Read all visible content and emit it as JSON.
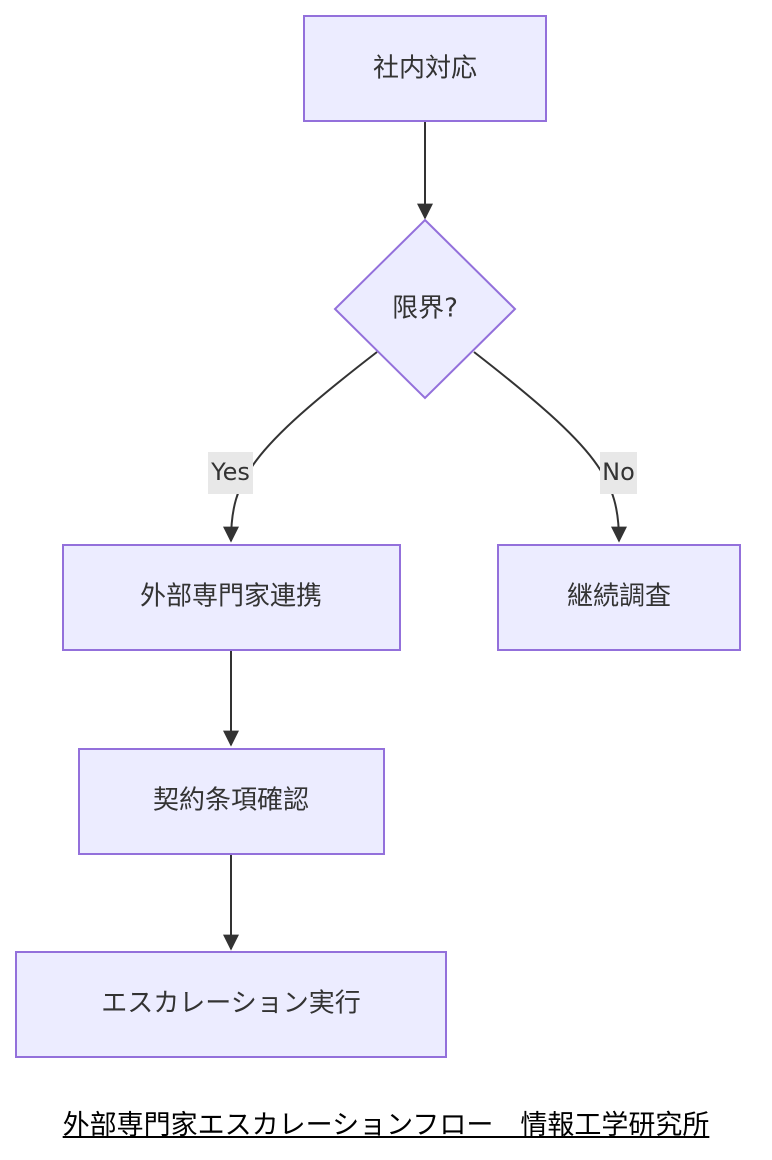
{
  "diagram": {
    "type": "flowchart",
    "nodes": {
      "start": "社内対応",
      "decision": "限界?",
      "expert": "外部専門家連携",
      "continue": "継続調査",
      "contract": "契約条項確認",
      "escalate": "エスカレーション実行"
    },
    "edge_labels": {
      "yes": "Yes",
      "no": "No"
    }
  },
  "caption": "外部専門家エスカレーションフロー　情報工学研究所",
  "colors": {
    "node_fill": "#ECECFF",
    "node_stroke": "#9370DB",
    "edge": "#333333",
    "label_bg": "#E8E8E8",
    "text": "#333333"
  }
}
